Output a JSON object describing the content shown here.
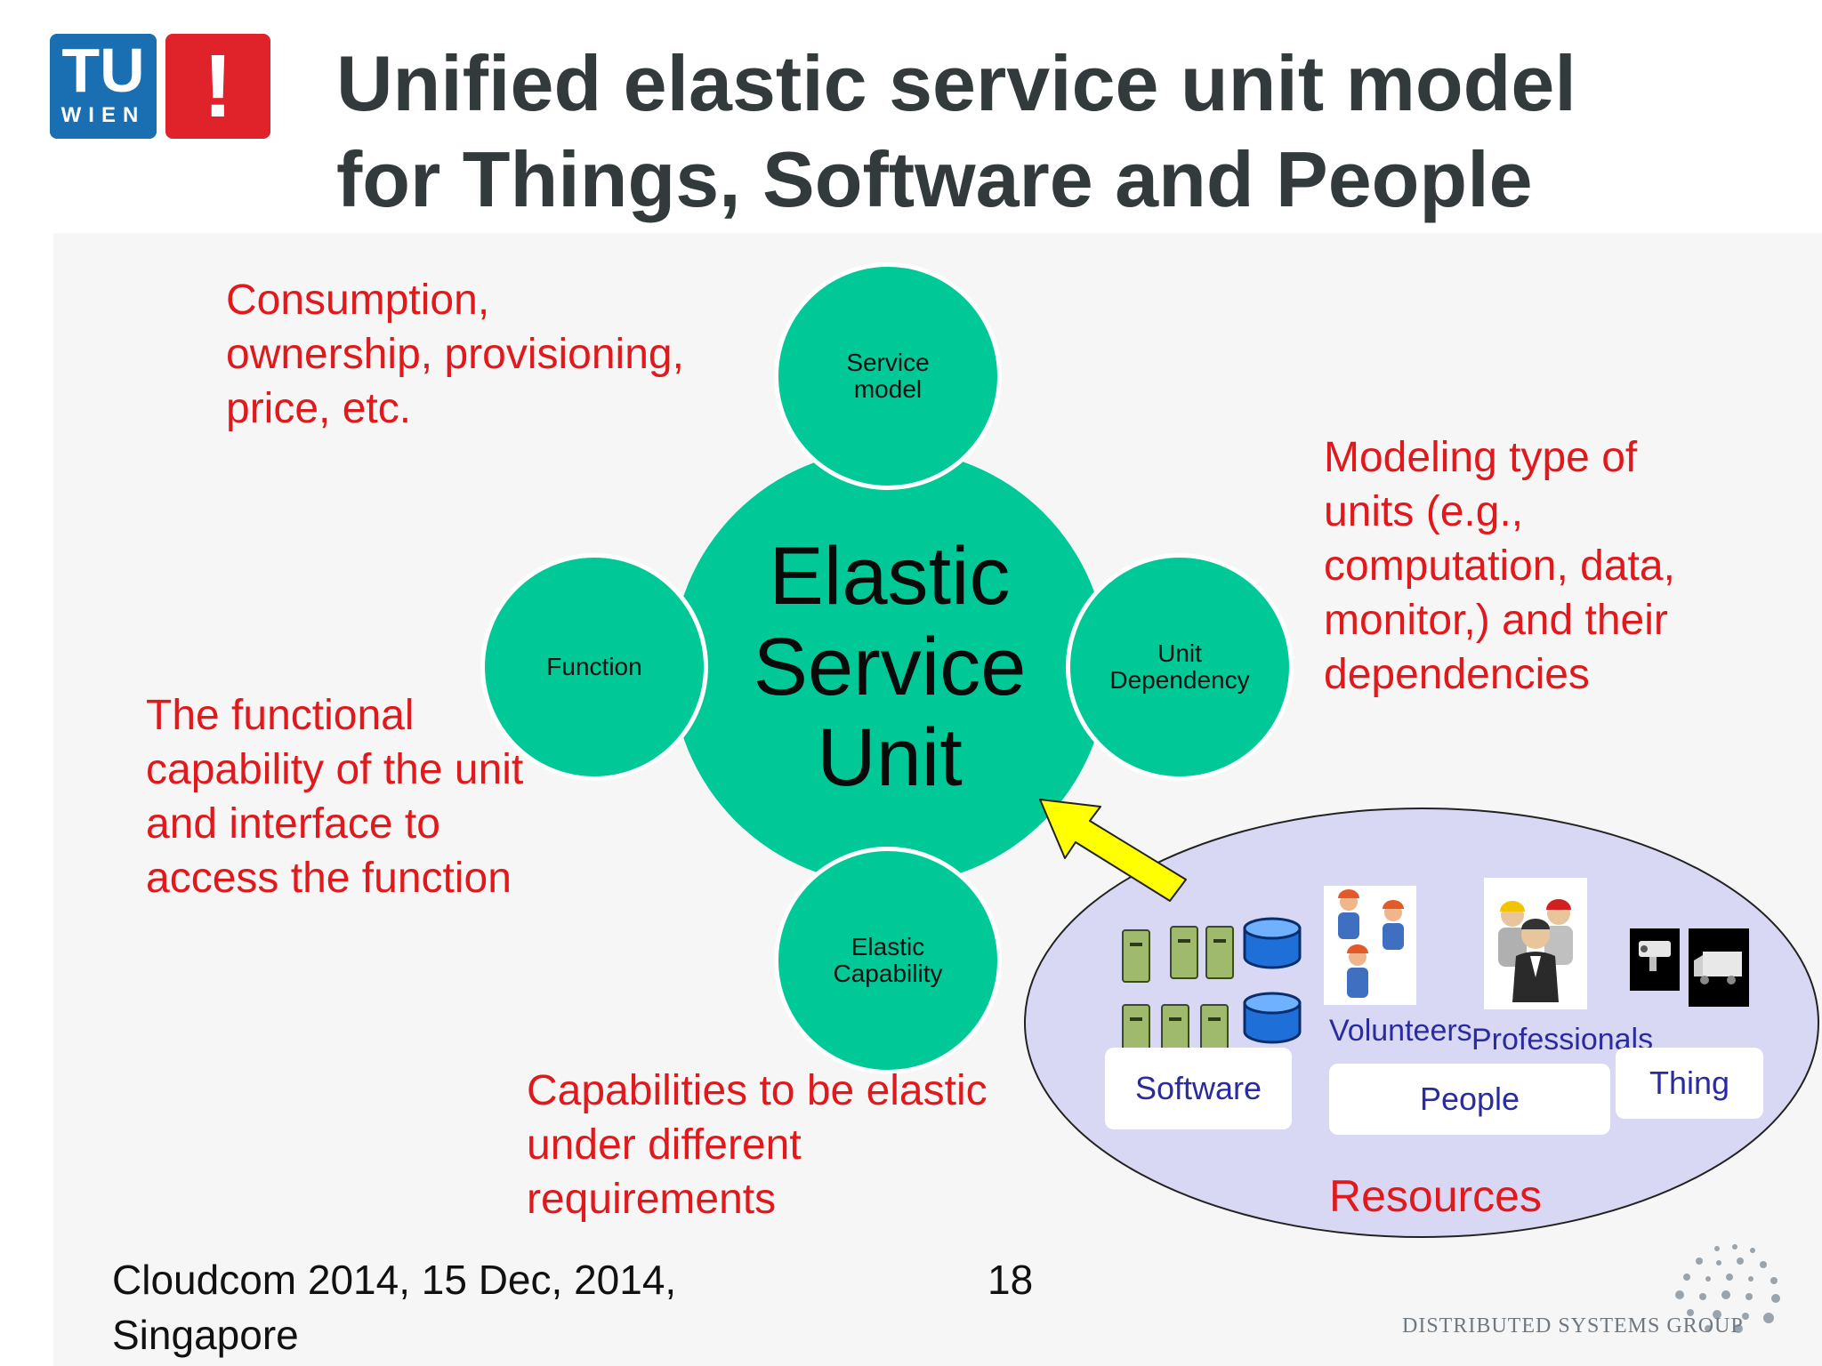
{
  "logo": {
    "letters": "TU",
    "sub": "WIEN",
    "mark": "!"
  },
  "title": {
    "line1": "Unified elastic service unit model",
    "line2": "for Things, Software and People"
  },
  "center": {
    "line1": "Elastic",
    "line2": "Service",
    "line3": "Unit"
  },
  "satellites": {
    "top": {
      "line1": "Service",
      "line2": "model"
    },
    "left": {
      "line1": "Function"
    },
    "right": {
      "line1": "Unit",
      "line2": "Dependency"
    },
    "bottom": {
      "line1": "Elastic",
      "line2": "Capability"
    }
  },
  "annotations": {
    "service_model": [
      "Consumption,",
      "ownership, provisioning,",
      "price, etc."
    ],
    "unit_dependency": [
      "Modeling type of",
      "units (e.g.,",
      "computation, data,",
      "monitor,) and their",
      "dependencies"
    ],
    "function": [
      "The functional",
      "capability of the unit",
      "and interface to",
      "access the function"
    ],
    "elastic_capability": [
      "Capabilities to be elastic",
      "under different",
      "requirements"
    ]
  },
  "resources": {
    "title": "Resources",
    "volunteers": "Volunteers",
    "professionals": "Professionals",
    "software": "Software",
    "people": "People",
    "thing": "Thing"
  },
  "footer": {
    "line1": "Cloudcom 2014, 15 Dec, 2014,",
    "line2": "Singapore",
    "page": "18",
    "group": "DISTRIBUTED SYSTEMS GROUP"
  },
  "colors": {
    "accent_green": "#00c997",
    "text_red": "#e0191c",
    "tu_blue": "#1a6fb3",
    "tu_red": "#e0232b",
    "resource_fill": "#d8d8f5",
    "arrow_yellow": "#ffff00"
  }
}
